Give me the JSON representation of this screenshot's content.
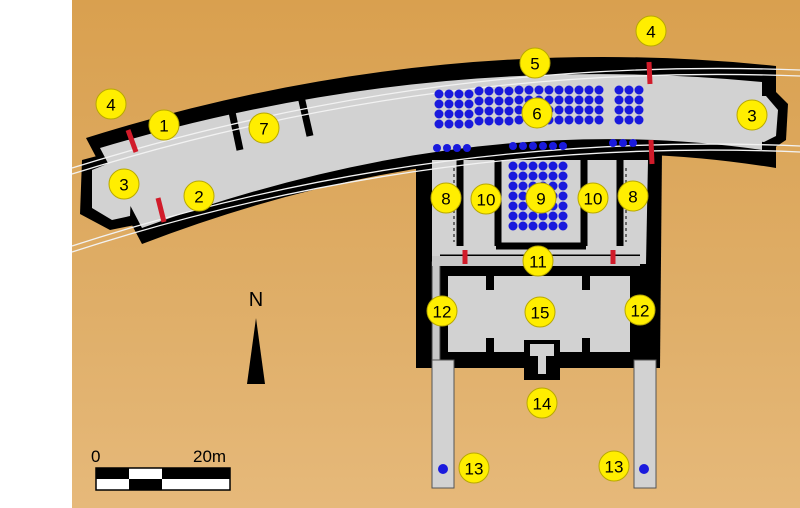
{
  "colors": {
    "ground": "#dba85f",
    "wall": "#000000",
    "floor": "#d2d2d2",
    "column": "#1a1add",
    "door": "#d11b2a",
    "marker": "#ffee00"
  },
  "labels": [
    "1",
    "2",
    "3",
    "4",
    "5",
    "6",
    "7",
    "8",
    "9",
    "10",
    "11",
    "12",
    "13",
    "14",
    "15"
  ],
  "north_label": "N",
  "scale": {
    "start": "0",
    "end": "20m"
  }
}
